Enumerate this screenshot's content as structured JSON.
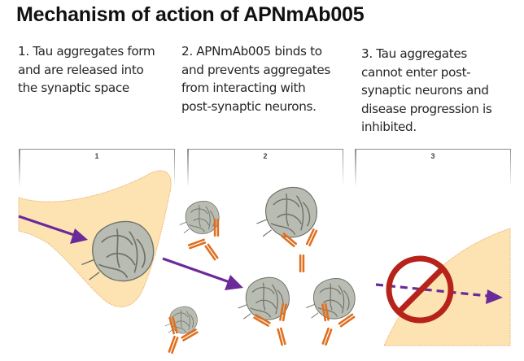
{
  "title": "Mechanism of action of APNmAb005",
  "steps": [
    {
      "lines": [
        "1. Tau aggregates form",
        "and are released into",
        "the synaptic space"
      ]
    },
    {
      "lines": [
        "2. APNmAb005 binds to",
        "and prevents aggregates",
        "from interacting with",
        "post-synaptic neurons."
      ]
    },
    {
      "lines": [
        "3. Tau aggregates",
        "cannot enter post-",
        "synaptic neurons and",
        "disease progression is",
        "inhibited."
      ]
    }
  ],
  "panels": [
    {
      "number": "1"
    },
    {
      "number": "2"
    },
    {
      "number": "3"
    }
  ],
  "colors": {
    "cell_fill": "#fde3b2",
    "cell_edge": "#f0b878",
    "arrow": "#6a2a9a",
    "tau_fill": "#b9bcb2",
    "tau_edge": "#6e7268",
    "antibody": "#e07020",
    "inhibit_sign": "#b7231b"
  }
}
